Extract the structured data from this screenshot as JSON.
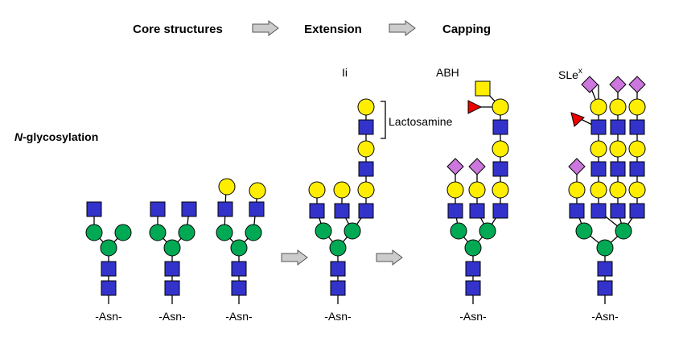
{
  "header": {
    "core": "Core structures",
    "extension": "Extension",
    "capping": "Capping"
  },
  "labels": {
    "ii": "Ii",
    "abh": "ABH",
    "sle_base": "SLe",
    "sle_sup": "x",
    "lactosamine": "Lactosamine",
    "row_prefix": "N",
    "row_rest": "-glycosylation",
    "asn": "-Asn-"
  },
  "colors": {
    "glcnac": "#3333cc",
    "mannose": "#00aa55",
    "galactose": "#ffee00",
    "sialic": "#cc77dd",
    "fucose": "#ee0000",
    "galnac": "#ffee00",
    "arrow_fill": "#cccccc"
  },
  "legend_symbols": {
    "glcnac": "blue-square",
    "mannose": "green-circle",
    "galactose": "yellow-circle",
    "sialic": "purple-diamond",
    "fucose": "red-triangle",
    "galnac": "yellow-square"
  }
}
